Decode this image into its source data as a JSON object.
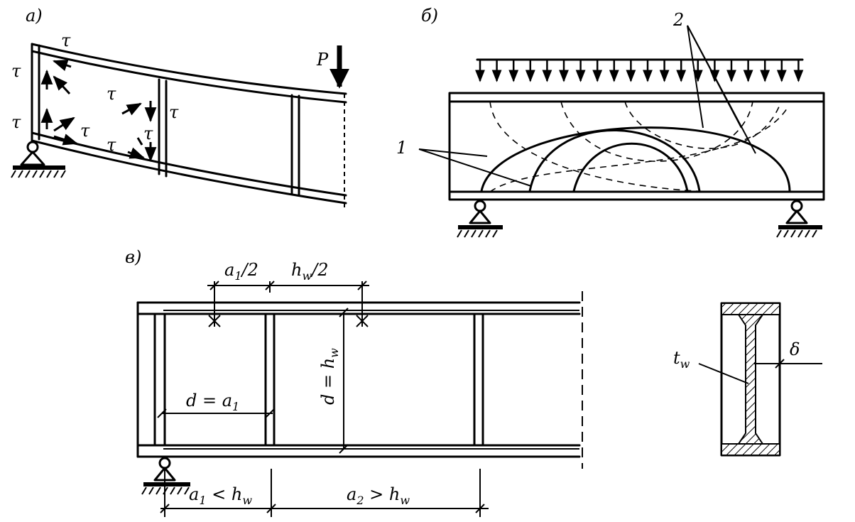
{
  "panels": {
    "a": {
      "label": "а)",
      "tau": "τ",
      "load": "P"
    },
    "b": {
      "label": "б)",
      "callout_1": "1",
      "callout_2": "2"
    },
    "c": {
      "label": "в)",
      "dim_a1_half": "a",
      "dim_a1_half_sub": "1",
      "dim_a1_half_tail": "/2",
      "dim_hw_half": "h",
      "dim_hw_half_sub": "w",
      "dim_hw_half_tail": "/2",
      "d_eq_hw": "d = h",
      "d_eq_hw_sub": "w",
      "d_eq_a1": "d = a",
      "d_eq_a1_sub": "1",
      "a1_lt_hw": "a",
      "a1_lt_hw_sub": "1",
      "a1_lt_hw_tail": " < h",
      "a1_lt_hw_sub2": "w",
      "a2_gt_hw": "a",
      "a2_gt_hw_sub": "2",
      "a2_gt_hw_tail": " > h",
      "a2_gt_hw_sub2": "w",
      "tw": "t",
      "tw_sub": "w",
      "delta": "δ"
    }
  }
}
